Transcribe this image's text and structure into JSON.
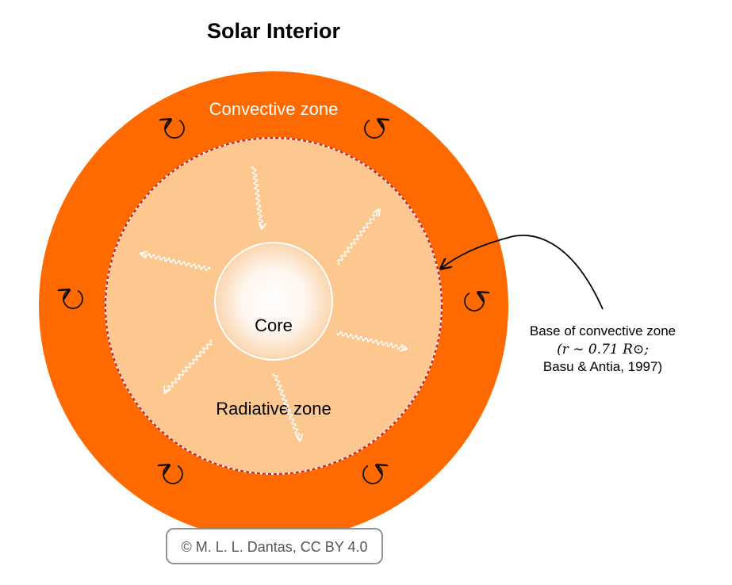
{
  "title": "Solar Interior",
  "labels": {
    "convective": "Convective zone",
    "radiative": "Radiative zone",
    "core": "Core"
  },
  "annotation": {
    "line1": "Base of convective zone",
    "line2": "(r ∼ 0.71 R⊙;",
    "line3": "Basu & Antia, 1997)"
  },
  "credit": "© M. L. L. Dantas, CC BY 4.0",
  "colors": {
    "convective": "#ff6a00",
    "radiative": "#fcc890",
    "core_center": "#ffffff",
    "core_edge": "#fad5ae",
    "boundary": "#d42020",
    "annotation_line": "#000000",
    "photon": "#ffffff"
  },
  "icons": {
    "convection_cells": "circular-arrow-icon",
    "photons": "wavy-arrow-icon"
  }
}
